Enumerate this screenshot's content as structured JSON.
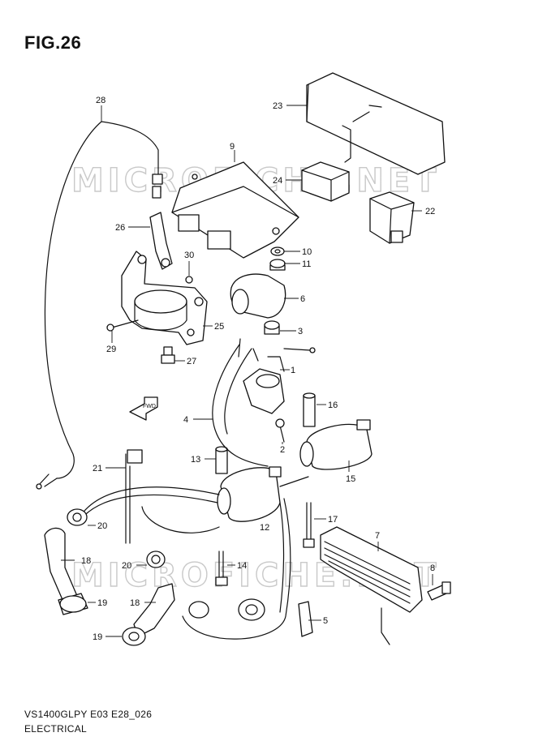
{
  "figure": {
    "title": "FIG.26",
    "model_code": "VS1400GLPY E03 E28_026",
    "section_name": "ELECTRICAL"
  },
  "watermark": "MICROFICHE.NET",
  "callouts": [
    "1",
    "2",
    "3",
    "4",
    "5",
    "6",
    "7",
    "8",
    "9",
    "10",
    "11",
    "12",
    "13",
    "14",
    "15",
    "16",
    "17",
    "18",
    "18",
    "19",
    "19",
    "20",
    "20",
    "21",
    "22",
    "23",
    "24",
    "25",
    "26",
    "27",
    "28",
    "29",
    "30"
  ],
  "fwd_label": "FWD"
}
